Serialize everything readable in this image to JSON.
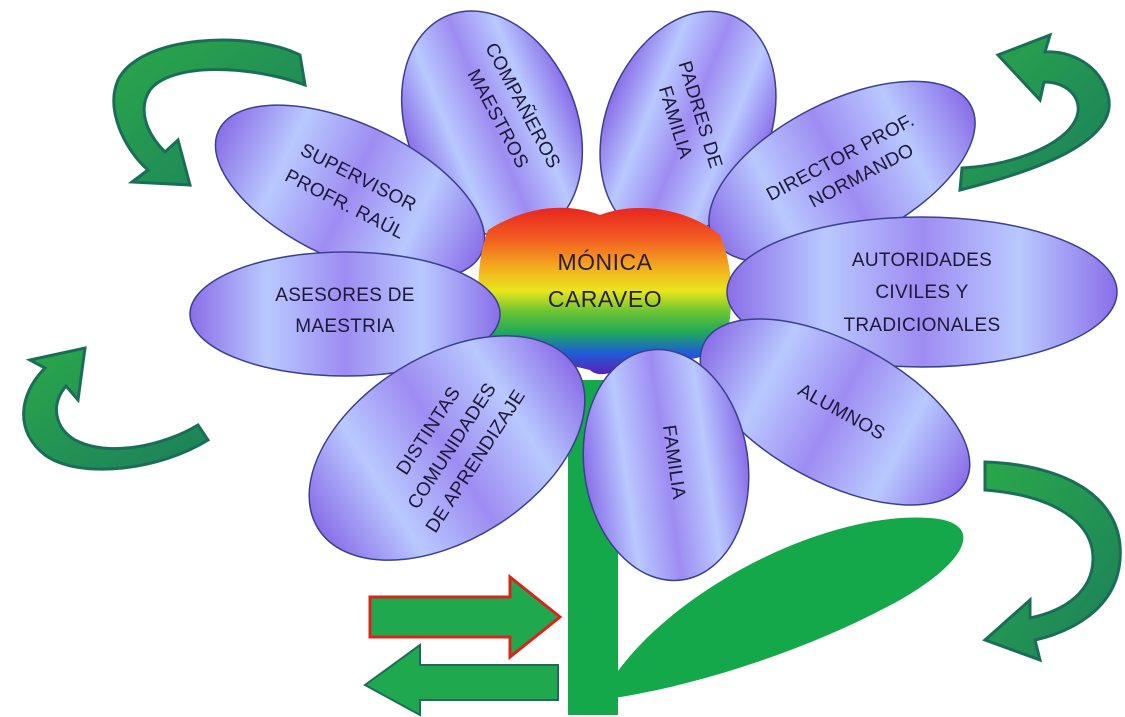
{
  "colors": {
    "petal_light": "#b9c9ff",
    "petal_mid": "#9e8cf2",
    "petal_dark": "#8a6ee8",
    "petal_stroke": "#3a3f8f",
    "arrow_green": "#1f9a4c",
    "arrow_green_dark": "#1a6e57",
    "stem_green": "#14a84a",
    "red_outline": "#d8241b"
  },
  "center": {
    "lines": [
      "MÓNICA",
      "CARAVEO"
    ]
  },
  "petals": [
    {
      "id": "companeros",
      "lines": [
        "COMPAÑEROS",
        "MAESTROS"
      ]
    },
    {
      "id": "padres",
      "lines": [
        "PADRES DE",
        "FAMILIA"
      ]
    },
    {
      "id": "director",
      "lines": [
        "DIRECTOR PROF.",
        "NORMANDO"
      ]
    },
    {
      "id": "autoridades",
      "lines": [
        "AUTORIDADES",
        "CIVILES Y",
        "TRADICIONALES"
      ]
    },
    {
      "id": "alumnos",
      "lines": [
        "ALUMNOS"
      ]
    },
    {
      "id": "familia",
      "lines": [
        "FAMILIA"
      ]
    },
    {
      "id": "comunidades",
      "lines": [
        "DISTINTAS",
        "COMUNIDADES",
        "DE APRENDIZAJE"
      ]
    },
    {
      "id": "asesores",
      "lines": [
        "ASESORES  DE",
        "MAESTRIA"
      ]
    },
    {
      "id": "supervisor",
      "lines": [
        "SUPERVISOR",
        "PROFR. RAÚL"
      ]
    }
  ]
}
